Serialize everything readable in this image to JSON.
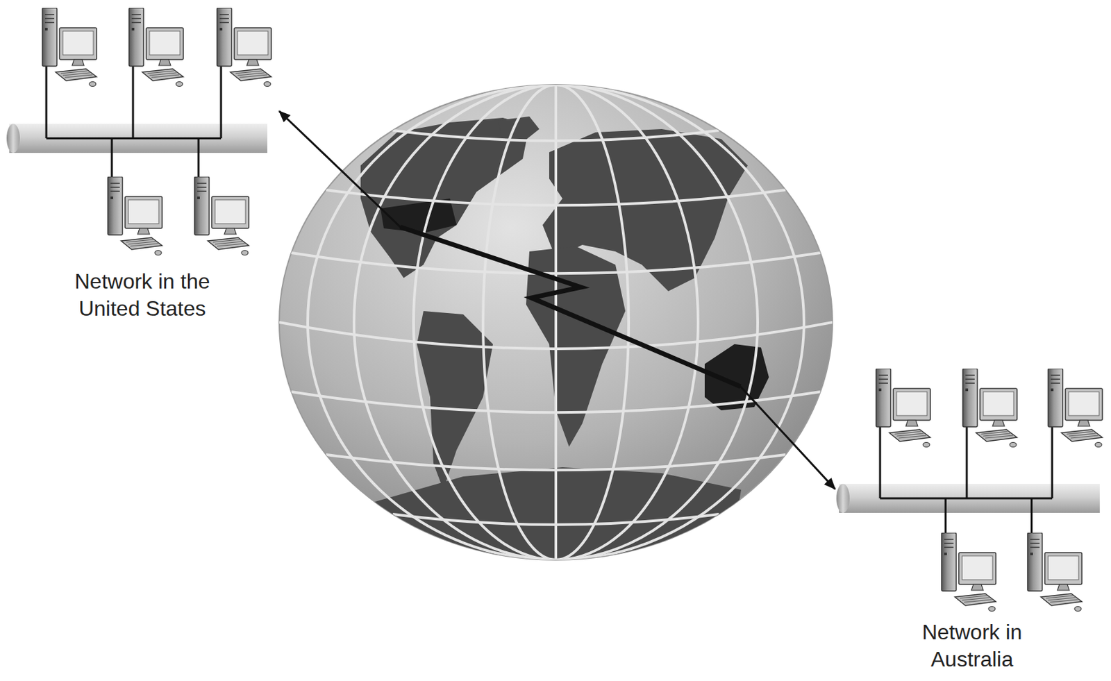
{
  "diagram": {
    "nodes": [
      {
        "text": [
          "Network in the United States"
        ]
      },
      {
        "text": [
          "Network in Australia"
        ]
      }
    ],
    "edges": [
      {
        "from": 0,
        "to": 1,
        "arrow": "both"
      }
    ]
  }
}
